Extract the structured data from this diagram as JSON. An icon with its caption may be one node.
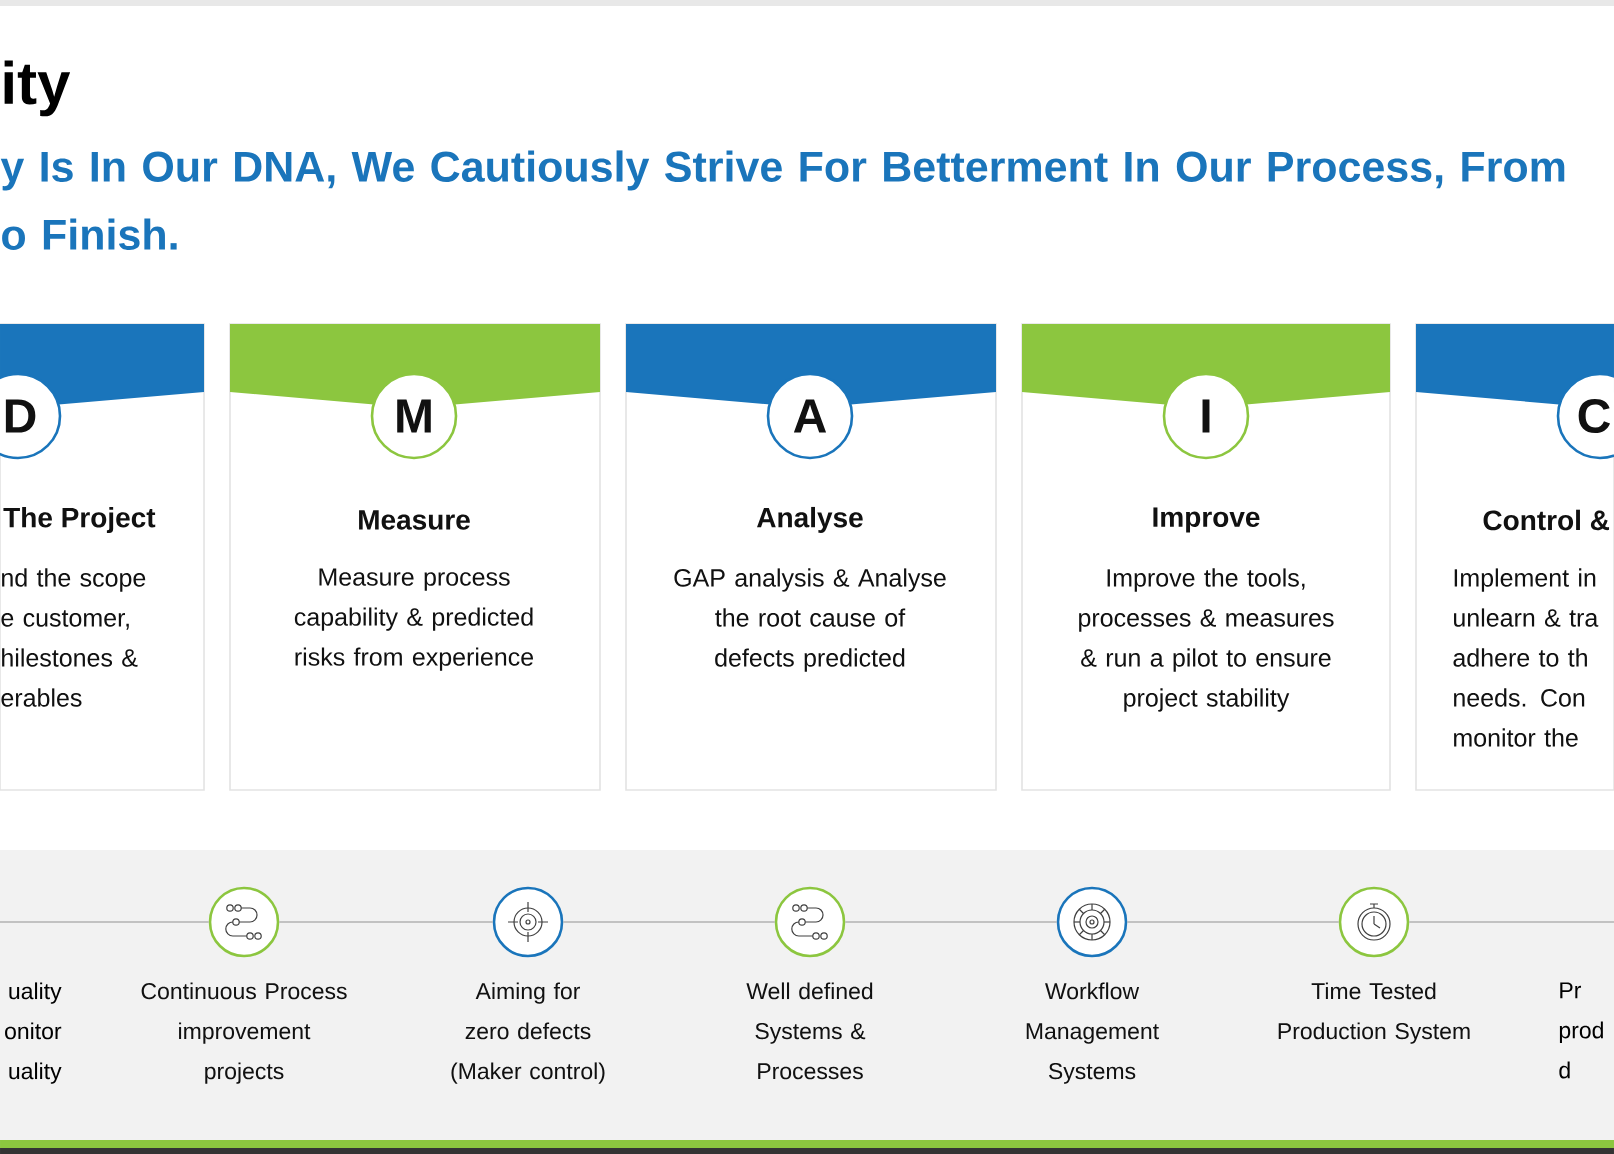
{
  "diagram": {
    "title": "ity",
    "nodes": [
      {
        "text": [
          "D",
          "The Project",
          "nd the scope e customer, hilestones & erables"
        ]
      },
      {
        "text": [
          "M",
          "Measure",
          "Measure process capability & predicted risks from experience"
        ]
      },
      {
        "text": [
          "A",
          "Analyse",
          "GAP analysis & Analyse the root cause of defects predicted"
        ]
      },
      {
        "text": [
          "I",
          "Improve",
          "Improve the tools, processes & measures & run a pilot to ensure project stability"
        ]
      },
      {
        "text": [
          "C",
          "Control &",
          "Implement in unlearn & tra adhere to th needs. Con monitor the"
        ]
      },
      {
        "text": [
          "Continuous Process improvement projects"
        ]
      },
      {
        "text": [
          "Aiming for zero defects (Maker control)"
        ]
      },
      {
        "text": [
          "Well defined Systems & Processes"
        ]
      },
      {
        "text": [
          "Workflow Management Systems"
        ]
      },
      {
        "text": [
          "Time Tested Production System"
        ]
      }
    ],
    "edges": [
      {
        "from": null,
        "to": 5,
        "arrow": "none"
      },
      {
        "from": 5,
        "to": 6,
        "arrow": "none"
      },
      {
        "from": 6,
        "to": 7,
        "arrow": "none"
      },
      {
        "from": 7,
        "to": 8,
        "arrow": "none"
      },
      {
        "from": 8,
        "to": 9,
        "arrow": "none"
      },
      {
        "from": 9,
        "to": null,
        "arrow": "none"
      }
    ],
    "labels": [
      "y Is In Our DNA, We Cautiously Strive For Betterment In Our Process, From o Finish.",
      "uality onitor uality",
      "Pr prod d"
    ]
  }
}
